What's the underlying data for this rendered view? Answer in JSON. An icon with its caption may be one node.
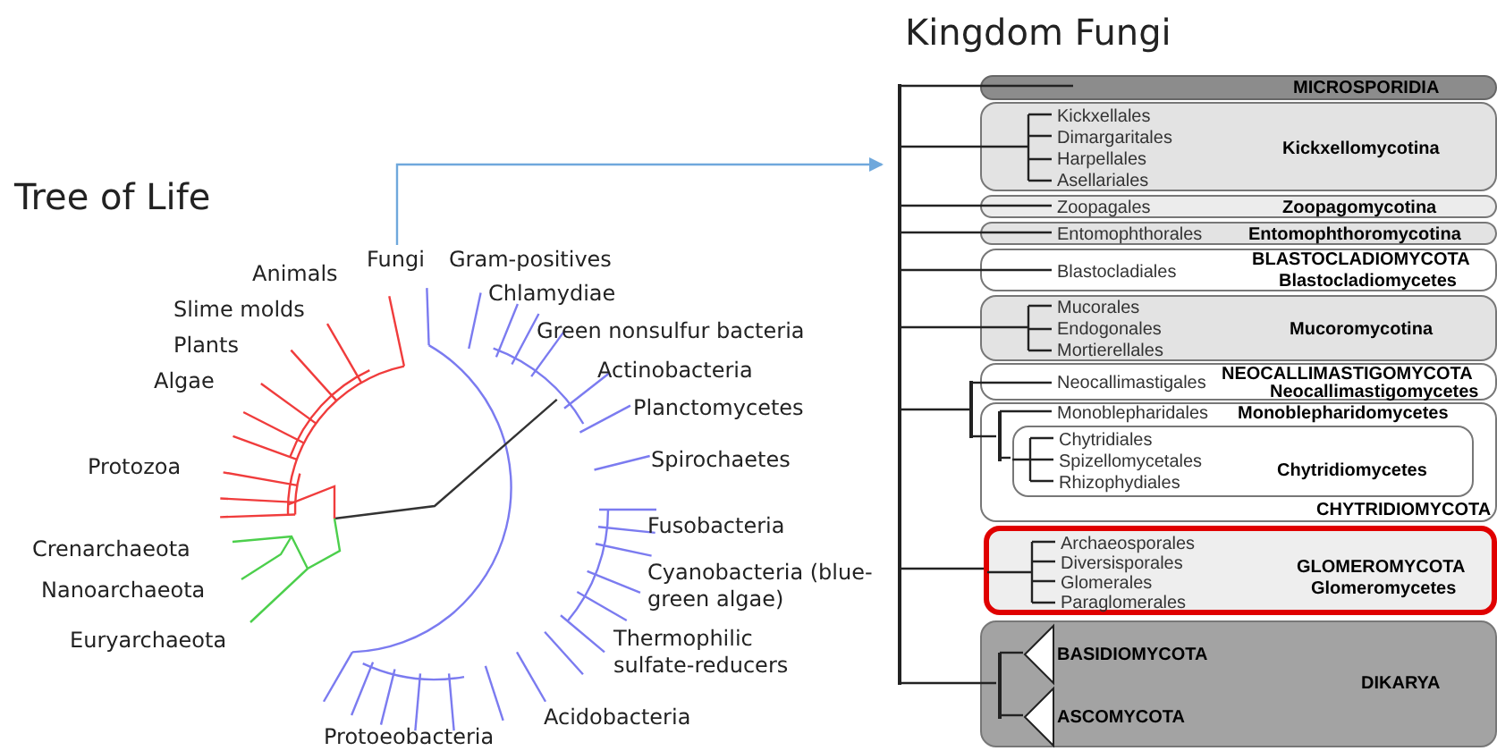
{
  "diagram": {
    "nodes": [
      {
        "text": [
          "Fungi"
        ]
      },
      {
        "text": [
          "Kingdom Fungi"
        ]
      },
      {
        "text": [
          "MICROSPORIDIA"
        ],
        "in": 1
      },
      {
        "text": [
          "Kickxellales",
          "Dimargaritales",
          "Harpellales",
          "Asellariales",
          "Kickxellomycotina"
        ],
        "in": 1
      },
      {
        "text": [
          "Zoopagales",
          "Zoopagomycotina"
        ],
        "in": 1
      },
      {
        "text": [
          "Entomophthorales",
          "Entomophthoromycotina"
        ],
        "in": 1
      },
      {
        "text": [
          "Blastocladiales",
          "BLASTOCLADIOMYCOTA",
          "Blastocladiomycetes"
        ],
        "in": 1
      },
      {
        "text": [
          "Mucorales",
          "Endogonales",
          "Mortierellales",
          "Mucoromycotina"
        ],
        "in": 1
      },
      {
        "text": [
          "Neocallimastigales",
          "NEOCALLIMASTIGOMYCOTA",
          "Neocallimastigomycetes"
        ],
        "in": 1
      },
      {
        "text": [
          "Monoblepharidales",
          "Monoblepharidomycetes",
          "CHYTRIDIOMYCOTA"
        ],
        "in": 1
      },
      {
        "text": [
          "Chytridiales",
          "Spizellomycetales",
          "Rhizophydiales",
          "Chytridiomycetes"
        ],
        "in": 9
      },
      {
        "text": [
          "Archaeosporales",
          "Diversisporales",
          "Glomerales",
          "Paraglomerales",
          "GLOMEROMYCOTA",
          "Glomeromycetes"
        ],
        "in": 1
      },
      {
        "text": [
          "DIKARYA"
        ],
        "in": 1
      },
      {
        "text": [
          "BASIDIOMYCOTA"
        ],
        "in": 12
      },
      {
        "text": [
          "ASCOMYCOTA"
        ],
        "in": 12
      },
      {
        "text": [],
        "shape": "bar",
        "in": 1
      },
      {
        "text": [],
        "shape": "bar",
        "in": 1
      },
      {
        "text": [],
        "shape": "bar",
        "in": 12
      },
      {
        "text": [],
        "shape": "bar",
        "in": 9
      }
    ],
    "edges": [
      {
        "from": 0,
        "to": 1,
        "arrow": "to",
        "color": "#6fa8dc"
      },
      {
        "from": 15,
        "to": 2,
        "arrow": "none"
      },
      {
        "from": 15,
        "to": 3,
        "arrow": "none"
      },
      {
        "from": 15,
        "to": 4,
        "arrow": "none"
      },
      {
        "from": 15,
        "to": 5,
        "arrow": "none"
      },
      {
        "from": 15,
        "to": 6,
        "arrow": "none"
      },
      {
        "from": 15,
        "to": 7,
        "arrow": "none"
      },
      {
        "from": 15,
        "to": 16,
        "arrow": "none"
      },
      {
        "from": 16,
        "to": 8,
        "arrow": "none"
      },
      {
        "from": 16,
        "to": 18,
        "arrow": "none"
      },
      {
        "from": 18,
        "to": 10,
        "arrow": "none"
      },
      {
        "from": 15,
        "to": 11,
        "arrow": "none"
      },
      {
        "from": 15,
        "to": 17,
        "arrow": "none"
      },
      {
        "from": 17,
        "to": 13,
        "arrow": "none"
      },
      {
        "from": 17,
        "to": 14,
        "arrow": "none"
      }
    ],
    "labels": [
      "Tree of Life",
      "Animals",
      "Slime molds",
      "Plants",
      "Algae",
      "Protozoa",
      "Crenarchaeota",
      "Nanoarchaeota",
      "Euryarchaeota",
      "Gram-positives",
      "Chlamydiae",
      "Green nonsulfur bacteria",
      "Actinobacteria",
      "Planctomycetes",
      "Spirochaetes",
      "Fusobacteria",
      "Cyanobacteria (blue-green algae)",
      "Thermophilic sulfate-reducers",
      "Acidobacteria",
      "Protoeobacteria"
    ]
  }
}
